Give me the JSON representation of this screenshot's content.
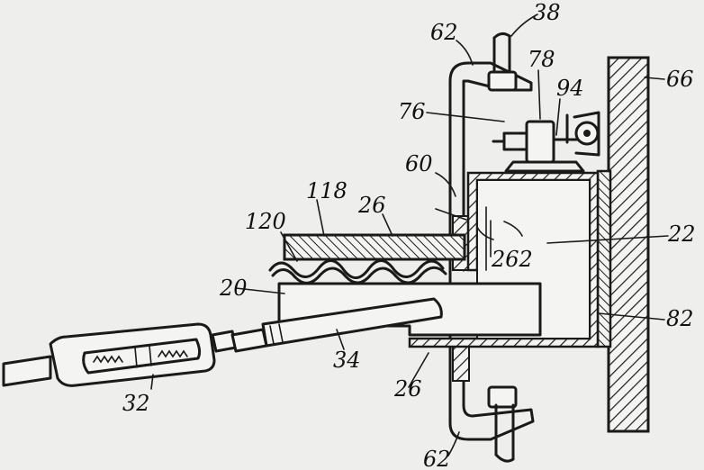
{
  "labels": {
    "l38": "38",
    "l62_top": "62",
    "l78": "78",
    "l94": "94",
    "l66": "66",
    "l76": "76",
    "l60": "60",
    "l118": "118",
    "l26_top": "26",
    "l120": "120",
    "l22": "22",
    "l262": "262",
    "l20": "20",
    "l82": "82",
    "l34": "34",
    "l32": "32",
    "l26_bottom": "26",
    "l62_bottom": "62"
  },
  "colors": {
    "ink": "#1a1a1a",
    "paper": "#eeeeec"
  }
}
